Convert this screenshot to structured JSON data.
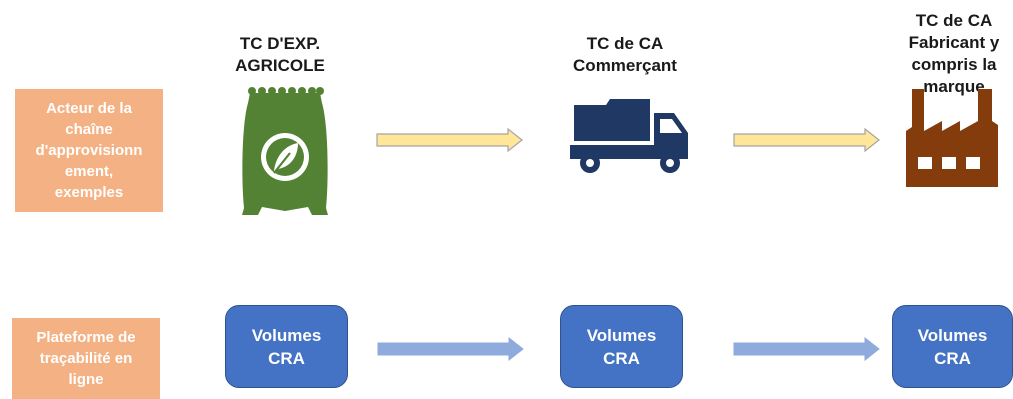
{
  "row_labels": {
    "supply_chain": "Acteur de la\nchaîne\nd'approvisionn\nement,\nexemples",
    "platform": "Plateforme de\ntraçabilité en\nligne"
  },
  "actors": [
    {
      "title": "TC D'EXP.\nAGRICOLE",
      "icon": "fertilizer-bag-leaf-icon"
    },
    {
      "title": "TC de CA\nCommerçant",
      "icon": "dump-truck-icon"
    },
    {
      "title": "TC de CA\nFabricant y\ncompris la\nmarque",
      "icon": "factory-icon"
    }
  ],
  "volume_boxes": [
    {
      "label": "Volumes\nCRA"
    },
    {
      "label": "Volumes\nCRA"
    },
    {
      "label": "Volumes\nCRA"
    }
  ],
  "colors": {
    "label_box": "#f4b183",
    "bag_green": "#548235",
    "truck_navy": "#203864",
    "factory_brown": "#843c0c",
    "volume_blue": "#4472c4",
    "arrow_top_fill": "#ffe699",
    "arrow_bottom_fill": "#8faadc"
  }
}
